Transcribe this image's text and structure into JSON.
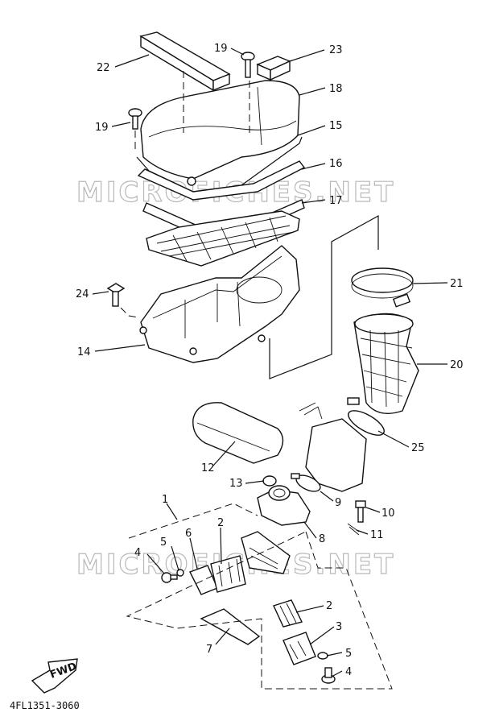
{
  "watermark": "MICROFICHES.NET",
  "drawing_code": "4FL1351-3060",
  "fwd_label": "FWD",
  "callouts": {
    "c1": "1",
    "c2a": "2",
    "c2b": "2",
    "c3": "3",
    "c4a": "4",
    "c4b": "4",
    "c5a": "5",
    "c5b": "5",
    "c6": "6",
    "c7": "7",
    "c8": "8",
    "c9": "9",
    "c10": "10",
    "c11": "11",
    "c12": "12",
    "c13": "13",
    "c14": "14",
    "c15": "15",
    "c16": "16",
    "c17": "17",
    "c18": "18",
    "c19a": "19",
    "c19b": "19",
    "c20": "20",
    "c21": "21",
    "c22": "22",
    "c23": "23",
    "c24": "24",
    "c25": "25"
  }
}
